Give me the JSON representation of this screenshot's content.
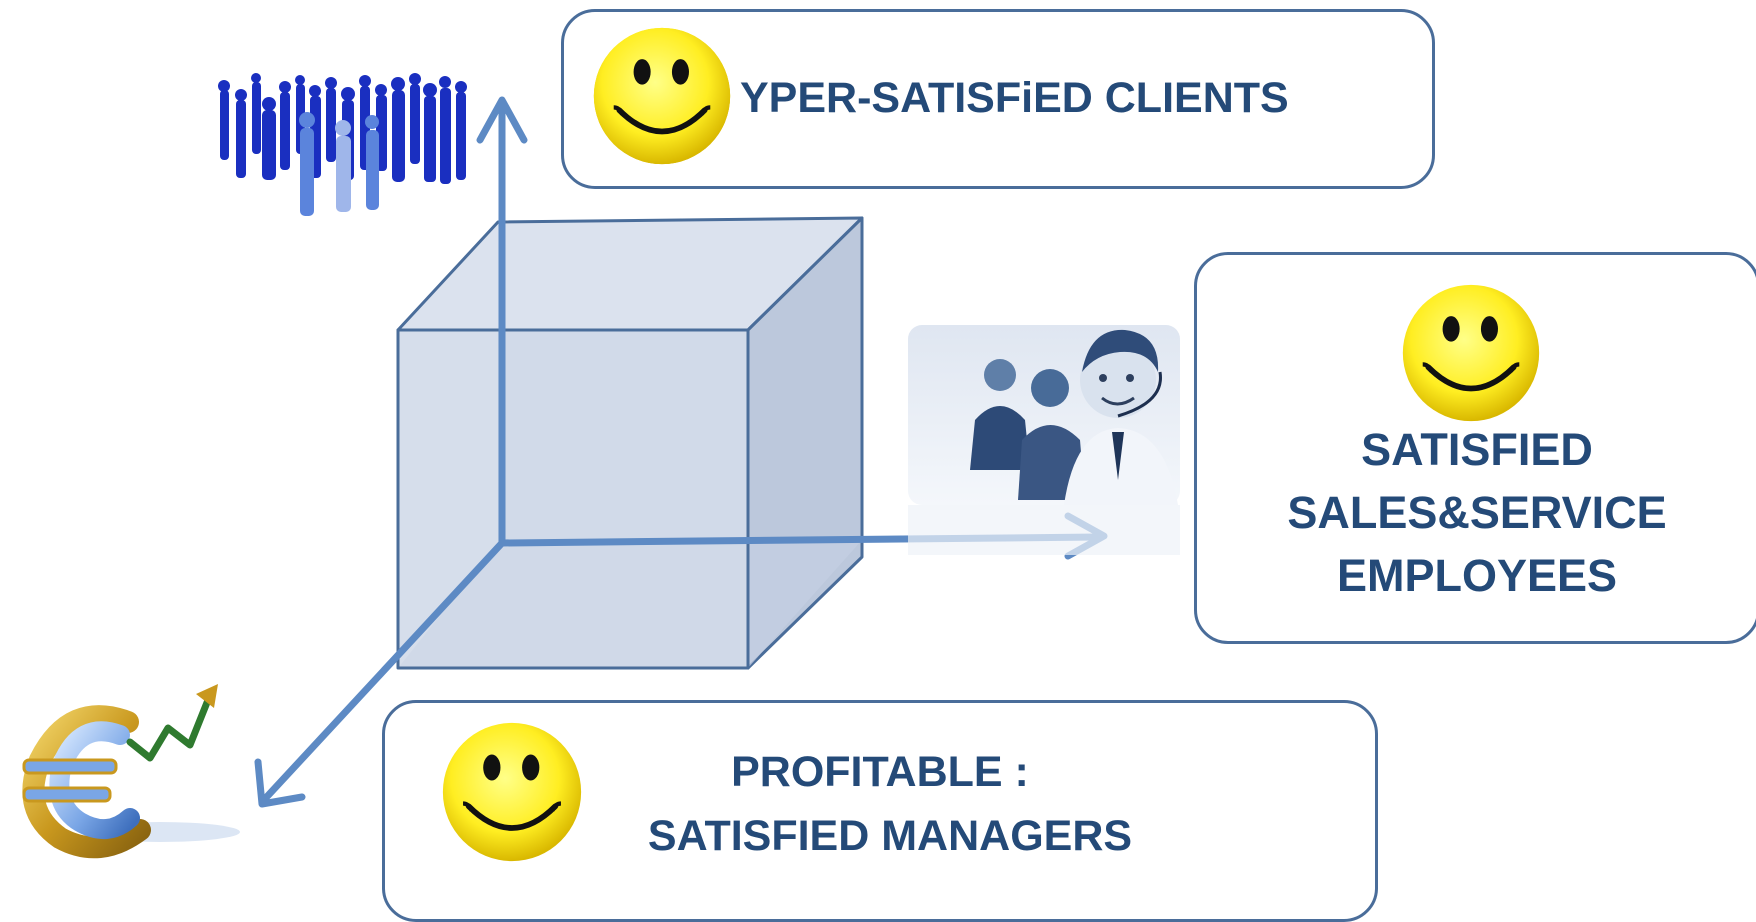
{
  "boxes": {
    "clients": {
      "label": "YPER-SATISFiED  CLIENTS"
    },
    "employees": {
      "line1": "SATISFIED",
      "line2": "SALES&SERVICE",
      "line3": "EMPLOYEES"
    },
    "managers": {
      "line1": "PROFITABLE  :",
      "line2": "SATISFIED MANAGERS"
    }
  },
  "pictures": {
    "crowd": "crowd-illustration",
    "call_center": "call-center-photo",
    "euro_growth": "euro-growth-icon"
  },
  "colors": {
    "cube_face": "#c9d3e5",
    "cube_edge": "#4a6d9a",
    "axis": "#5d8ac4",
    "text": "#244a78",
    "box_border": "#4a6d9a",
    "smiley_face": "#ffee22",
    "smiley_features": "#111111"
  }
}
